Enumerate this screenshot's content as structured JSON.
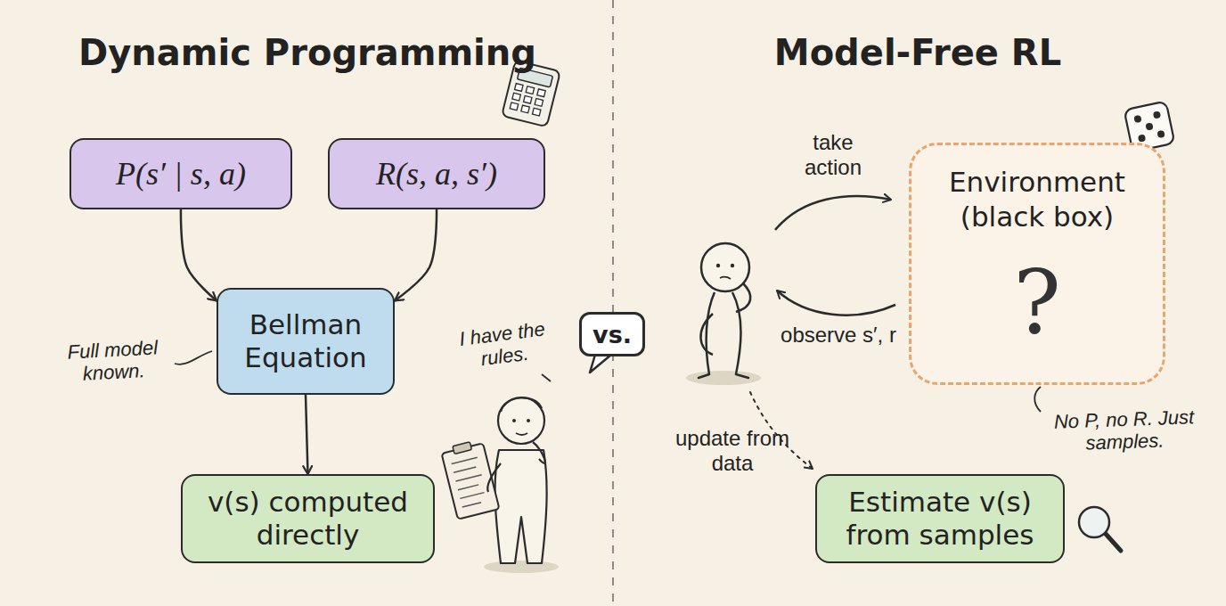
{
  "diagram": {
    "nodes": [
      {
        "text": [
          "P(s′ | s, a)"
        ]
      },
      {
        "text": [
          "R(s, a, s′)"
        ]
      },
      {
        "text": [
          "Bellman Equation"
        ]
      },
      {
        "text": [
          "v(s) computed directly"
        ]
      },
      {
        "text": [
          "vs."
        ]
      },
      {
        "text": [
          "Environment (black box)",
          "?"
        ]
      },
      {
        "text": [
          "Estimate v(s) from samples"
        ]
      }
    ],
    "edges": [
      {
        "from": 0,
        "to": 2,
        "arrow": "to"
      },
      {
        "from": 1,
        "to": 2,
        "arrow": "to"
      },
      {
        "from": 2,
        "to": 3,
        "arrow": "to"
      }
    ],
    "labels": [
      "Dynamic Programming",
      "Model-Free RL",
      "Full model known.",
      "I have the rules.",
      "take action",
      "observe s′, r",
      "No P, no R. Just samples.",
      "update from data"
    ]
  }
}
